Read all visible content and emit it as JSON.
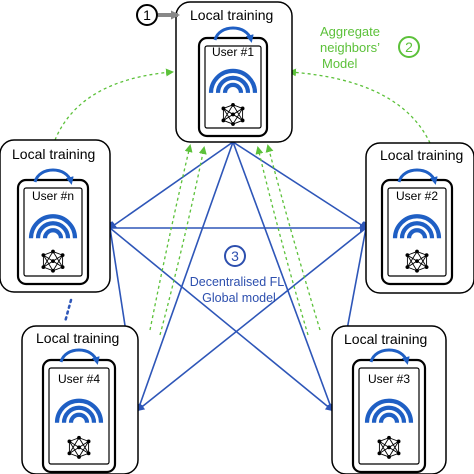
{
  "step1": {
    "number": "1",
    "label": "Local training"
  },
  "step2": {
    "number": "2",
    "label_line1": "Aggregate",
    "label_line2": "neighbors’",
    "label_line3": "Model"
  },
  "step3": {
    "number": "3",
    "label_line1": "Decentralised FL",
    "label_line2": "Global model"
  },
  "nodes": [
    {
      "id": "user1",
      "user_label": "User #1",
      "title": ""
    },
    {
      "id": "user2",
      "user_label": "User #2",
      "title": "Local training"
    },
    {
      "id": "usern",
      "user_label": "User #n",
      "title": "Local training"
    },
    {
      "id": "user4",
      "user_label": "User #4",
      "title": "Local training"
    },
    {
      "id": "user3",
      "user_label": "User #3",
      "title": "Local training"
    }
  ],
  "colors": {
    "blue_link": "#2e56b8",
    "blue_wifi": "#1f5fc4",
    "green_dashed": "#5cc13a",
    "green_text": "#5cc13a",
    "blue_text": "#2d4fae",
    "dark": "#000000"
  },
  "icons": [
    "phone-icon",
    "wifi-icon",
    "neural-network-icon",
    "training-loop-arrow-icon",
    "arrow-right-icon"
  ]
}
